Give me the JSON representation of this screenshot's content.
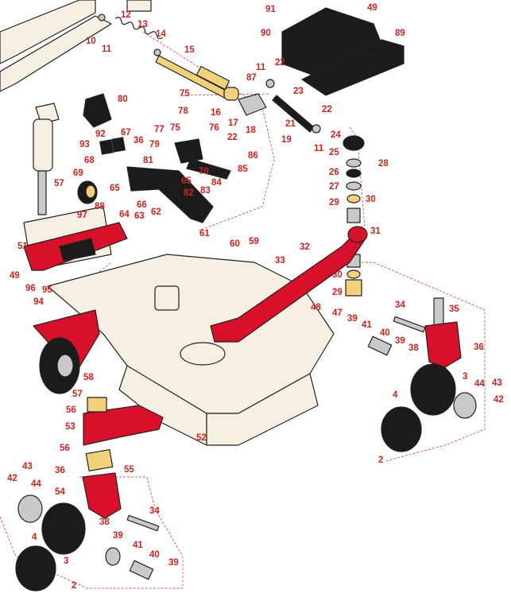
{
  "diagram": {
    "colors": {
      "frame": "#d8102a",
      "deck": "#f6f0e3",
      "label": "#d0241d",
      "outline": "#222222"
    },
    "callouts": [
      {
        "id": "c1",
        "text": "91"
      },
      {
        "id": "c2",
        "text": "49"
      },
      {
        "id": "c3",
        "text": "12"
      },
      {
        "id": "c4",
        "text": "13"
      },
      {
        "id": "c5",
        "text": "14"
      },
      {
        "id": "c6",
        "text": "10"
      },
      {
        "id": "c7",
        "text": "11"
      },
      {
        "id": "c8",
        "text": "90"
      },
      {
        "id": "c9",
        "text": "89"
      },
      {
        "id": "c10",
        "text": "15"
      },
      {
        "id": "c11",
        "text": "11"
      },
      {
        "id": "c12",
        "text": "22"
      },
      {
        "id": "c13",
        "text": "87"
      },
      {
        "id": "c14",
        "text": "23"
      },
      {
        "id": "c15",
        "text": "80"
      },
      {
        "id": "c16",
        "text": "75"
      },
      {
        "id": "c17",
        "text": "78"
      },
      {
        "id": "c18",
        "text": "16"
      },
      {
        "id": "c19",
        "text": "17"
      },
      {
        "id": "c20",
        "text": "18"
      },
      {
        "id": "c21",
        "text": "21"
      },
      {
        "id": "c22",
        "text": "22"
      },
      {
        "id": "c23",
        "text": "92"
      },
      {
        "id": "c24",
        "text": "67"
      },
      {
        "id": "c25",
        "text": "36"
      },
      {
        "id": "c26",
        "text": "77"
      },
      {
        "id": "c27",
        "text": "75"
      },
      {
        "id": "c28",
        "text": "76"
      },
      {
        "id": "c29",
        "text": "22"
      },
      {
        "id": "c30",
        "text": "19"
      },
      {
        "id": "c31",
        "text": "24"
      },
      {
        "id": "c32",
        "text": "11"
      },
      {
        "id": "c33",
        "text": "93"
      },
      {
        "id": "c34",
        "text": "79"
      },
      {
        "id": "c35",
        "text": "81"
      },
      {
        "id": "c36",
        "text": "25"
      },
      {
        "id": "c37",
        "text": "68"
      },
      {
        "id": "c38",
        "text": "86"
      },
      {
        "id": "c39",
        "text": "28"
      },
      {
        "id": "c40",
        "text": "69"
      },
      {
        "id": "c41",
        "text": "65"
      },
      {
        "id": "c42",
        "text": "70"
      },
      {
        "id": "c43",
        "text": "85"
      },
      {
        "id": "c44",
        "text": "26"
      },
      {
        "id": "c45",
        "text": "57"
      },
      {
        "id": "c46",
        "text": "65"
      },
      {
        "id": "c47",
        "text": "84"
      },
      {
        "id": "c48",
        "text": "27"
      },
      {
        "id": "c49",
        "text": "83"
      },
      {
        "id": "c50",
        "text": "82"
      },
      {
        "id": "c51",
        "text": "29"
      },
      {
        "id": "c52",
        "text": "30"
      },
      {
        "id": "c53",
        "text": "88"
      },
      {
        "id": "c54",
        "text": "66"
      },
      {
        "id": "c55",
        "text": "62"
      },
      {
        "id": "c56",
        "text": "64"
      },
      {
        "id": "c57",
        "text": "63"
      },
      {
        "id": "c58",
        "text": "97"
      },
      {
        "id": "c59",
        "text": "61"
      },
      {
        "id": "c60",
        "text": "31"
      },
      {
        "id": "c61",
        "text": "60"
      },
      {
        "id": "c62",
        "text": "59"
      },
      {
        "id": "c63",
        "text": "51"
      },
      {
        "id": "c64",
        "text": "32"
      },
      {
        "id": "c65",
        "text": "33"
      },
      {
        "id": "c66",
        "text": "49"
      },
      {
        "id": "c67",
        "text": "30"
      },
      {
        "id": "c68",
        "text": "96"
      },
      {
        "id": "c69",
        "text": "95"
      },
      {
        "id": "c70",
        "text": "94"
      },
      {
        "id": "c71",
        "text": "29"
      },
      {
        "id": "c72",
        "text": "48"
      },
      {
        "id": "c73",
        "text": "47"
      },
      {
        "id": "c74",
        "text": "34"
      },
      {
        "id": "c75",
        "text": "35"
      },
      {
        "id": "c76",
        "text": "39"
      },
      {
        "id": "c77",
        "text": "41"
      },
      {
        "id": "c78",
        "text": "40"
      },
      {
        "id": "c79",
        "text": "39"
      },
      {
        "id": "c80",
        "text": "38"
      },
      {
        "id": "c81",
        "text": "36"
      },
      {
        "id": "c82",
        "text": "58"
      },
      {
        "id": "c83",
        "text": "3"
      },
      {
        "id": "c84",
        "text": "43"
      },
      {
        "id": "c85",
        "text": "57"
      },
      {
        "id": "c86",
        "text": "4"
      },
      {
        "id": "c87",
        "text": "44"
      },
      {
        "id": "c88",
        "text": "42"
      },
      {
        "id": "c89",
        "text": "56"
      },
      {
        "id": "c90",
        "text": "53"
      },
      {
        "id": "c91",
        "text": "52"
      },
      {
        "id": "c92",
        "text": "2"
      },
      {
        "id": "c93",
        "text": "56"
      },
      {
        "id": "c94",
        "text": "55"
      },
      {
        "id": "c95",
        "text": "43"
      },
      {
        "id": "c96",
        "text": "36"
      },
      {
        "id": "c97",
        "text": "42"
      },
      {
        "id": "c98",
        "text": "44"
      },
      {
        "id": "c99",
        "text": "54"
      },
      {
        "id": "c100",
        "text": "34"
      },
      {
        "id": "c101",
        "text": "38"
      },
      {
        "id": "c102",
        "text": "39"
      },
      {
        "id": "c103",
        "text": "4"
      },
      {
        "id": "c104",
        "text": "41"
      },
      {
        "id": "c105",
        "text": "3"
      },
      {
        "id": "c106",
        "text": "40"
      },
      {
        "id": "c107",
        "text": "39"
      },
      {
        "id": "c108",
        "text": "2"
      }
    ]
  }
}
